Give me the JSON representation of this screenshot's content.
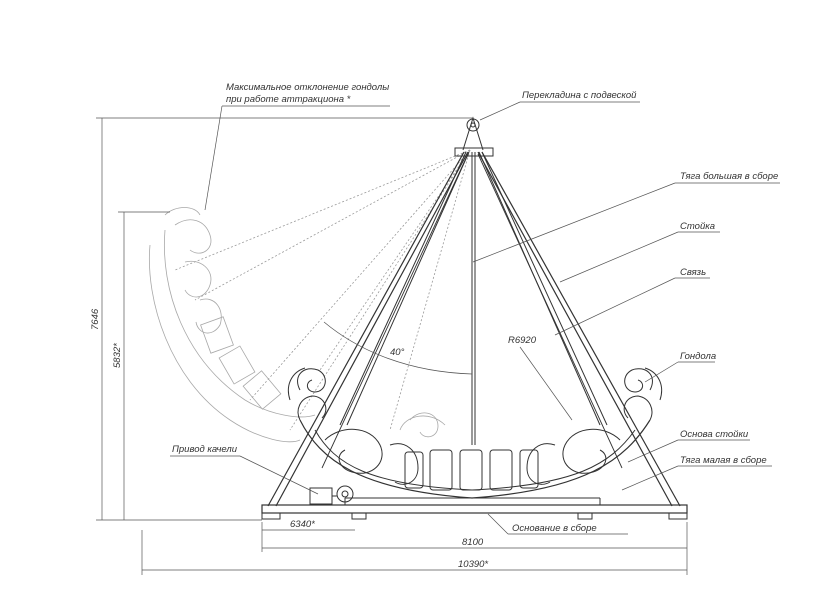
{
  "labels": {
    "max_deflection_line1": "Максимальное отклонение гондолы",
    "max_deflection_line2": "при работе аттракциона *",
    "crossbar": "Перекладина с подвеской",
    "big_rod": "Тяга большая в сборе",
    "stand": "Стойка",
    "link": "Связь",
    "radius": "R6920",
    "gondola": "Гондола",
    "stand_base": "Основа стойки",
    "small_rod": "Тяга малая в сборе",
    "swing_drive": "Привод качели",
    "base_assembly": "Основание в сборе"
  },
  "dimensions": {
    "height_total": "7646",
    "height_max": "5832*",
    "angle": "40°",
    "offset": "6340*",
    "width_base": "8100",
    "width_total": "10390*"
  },
  "colors": {
    "line": "#333333",
    "ghost": "#9a9a9a",
    "background": "#ffffff"
  }
}
